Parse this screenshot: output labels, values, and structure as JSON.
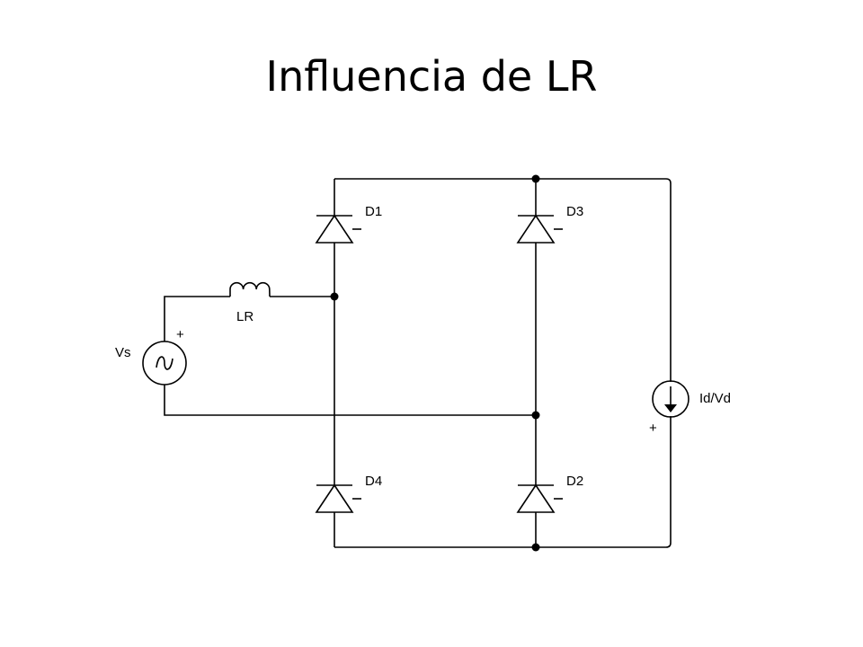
{
  "title": "Influencia de LR",
  "components": {
    "d1": "D1",
    "d2": "D2",
    "d3": "D3",
    "d4": "D4",
    "inductor": "LR",
    "source": "Vs",
    "source_polarity": "+",
    "load": "Id/Vd",
    "load_polarity": "+"
  }
}
